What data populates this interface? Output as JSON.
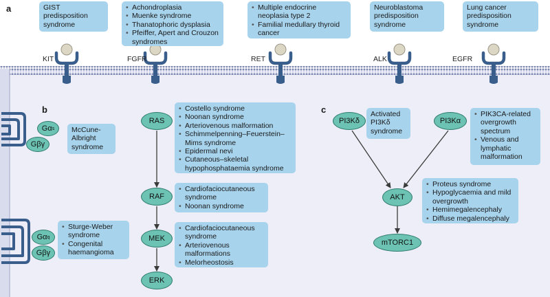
{
  "panels": {
    "a": "a",
    "b": "b",
    "c": "c"
  },
  "panel_a": {
    "receptors": [
      {
        "label": "KIT",
        "syndromes": [
          "GIST predisposition syndrome"
        ]
      },
      {
        "label": "FGFR",
        "syndromes": [
          "Achondroplasia",
          "Muenke syndrome",
          "Thanatophoric dysplasia",
          "Pfeiffer, Apert and Crouzon syndromes"
        ]
      },
      {
        "label": "RET",
        "syndromes": [
          "Multiple endocrine neoplasia type 2",
          "Familial medullary thyroid cancer"
        ]
      },
      {
        "label": "ALK",
        "syndromes": [
          "Neuroblastoma predisposition syndrome"
        ]
      },
      {
        "label": "EGFR",
        "syndromes": [
          "Lung cancer predisposition syndrome"
        ]
      }
    ]
  },
  "panel_b": {
    "gpcr1": {
      "galpha": "Gα",
      "galpha_sub": "s",
      "gbg": "Gβγ",
      "syndromes": [
        "McCune-Albright syndrome"
      ]
    },
    "gpcr2": {
      "galpha": "Gα",
      "galpha_sub": "q",
      "gbg": "Gβγ",
      "syndromes": [
        "Sturge-Weber syndrome",
        "Congenital haemangioma"
      ]
    },
    "cascade": [
      {
        "node": "RAS",
        "syndromes": [
          "Costello syndrome",
          "Noonan syndrome",
          "Arteriovenous malformation",
          "Schimmelpenning–Feuerstein–Mims syndrome",
          "Epidermal nevi",
          "Cutaneous–skeletal hypophosphataemia syndrome"
        ]
      },
      {
        "node": "RAF",
        "syndromes": [
          "Cardiofaciocutaneous syndrome",
          "Noonan syndrome"
        ]
      },
      {
        "node": "MEK",
        "syndromes": [
          "Cardiofaciocutaneous syndrome",
          "Arteriovenous malformations",
          "Melorheostosis"
        ]
      },
      {
        "node": "ERK",
        "syndromes": []
      }
    ]
  },
  "panel_c": {
    "pi3kd": {
      "node": "PI3Kδ",
      "syndromes": [
        "Activated PI3Kδ syndrome"
      ]
    },
    "pi3ka": {
      "node": "PI3Kα",
      "syndromes": [
        "PIK3CA-related overgrowth spectrum",
        "Venous and lymphatic malformation"
      ]
    },
    "akt": {
      "node": "AKT",
      "syndromes": [
        "Proteus syndrome",
        "Hypoglycaemia and mild overgrowth",
        "Hemimegalencephaly",
        "Diffuse megalencephaly"
      ]
    },
    "mtorc1": {
      "node": "mTORC1"
    }
  },
  "colors": {
    "syndrome_box": "#a7d3ec",
    "node_fill": "#6cc3b3",
    "receptor": "#3a5e8c",
    "ligand": "#dcd6c5",
    "cytoplasm": "#eeeef8",
    "membrane": "#9fa7c7"
  }
}
